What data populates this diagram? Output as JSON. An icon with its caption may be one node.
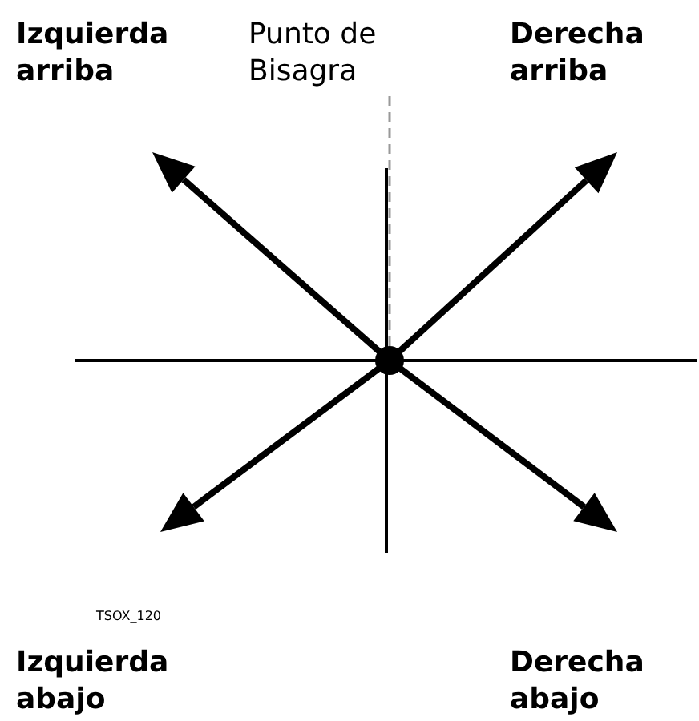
{
  "diagram": {
    "nodes": [
      {
        "text": [
          "Punto de Bisagra"
        ]
      },
      {
        "text": [],
        "shape": "circle"
      }
    ],
    "edges": [
      {
        "from": 0,
        "to": 1,
        "arrow": "none",
        "style": "dashed",
        "color": "#999999"
      }
    ],
    "labels": [
      "Izquierda arriba",
      "Derecha arriba",
      "TSOX_120",
      "Izquierda abajo",
      "Derecha abajo"
    ]
  }
}
